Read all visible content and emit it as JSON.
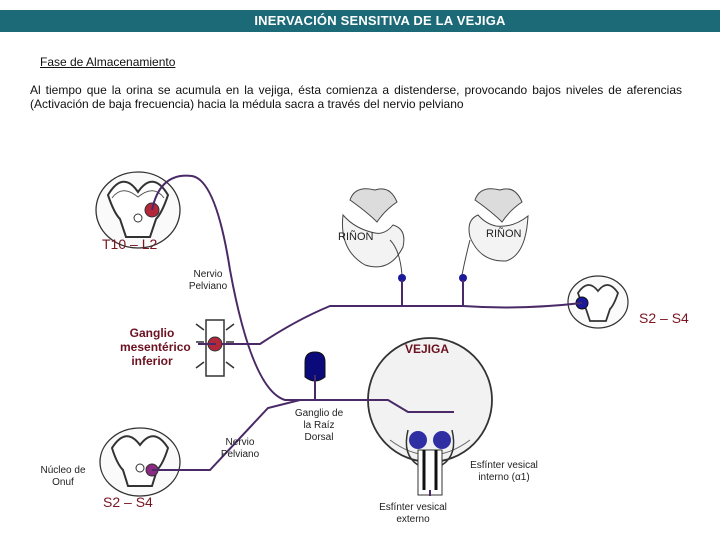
{
  "header": {
    "title": "INERVACIÓN SENSITIVA DE LA VEJIGA"
  },
  "phase_title": "Fase de Almacenamiento",
  "intro_text": "Al tiempo que la orina se acumula en la vejiga, ésta comienza a distenderse, provocando bajos niveles de aferencias (Activación de baja frecuencia) hacia la médula sacra a través del nervio  pelviano",
  "labels": {
    "t10_l2": "T10 – L2",
    "s2_s4_right": "S2 – S4",
    "s2_s4_left": "S2 – S4",
    "kidney_left": "RIÑON",
    "kidney_right": "RIÑON",
    "nerve_top": "Nervio Pelviano",
    "nerve_bottom": "Nervio Pelviano",
    "ganglion_mesenteric": "Ganglio mesentérico inferior",
    "bladder": "VEJIGA",
    "ganglion_root": "Ganglio de la Raíz Dorsal",
    "onuf": "Núcleo de Onuf",
    "internal_sphincter": "Esfínter vesical interno (α1)",
    "external_sphincter": "Esfínter vesical externo"
  },
  "colors": {
    "banner": "#1c6a78",
    "nerve_line": "#4a2a66",
    "red_nucleus": "#b2283a",
    "blue_neuron": "#1a1a9a",
    "label_dark_red": "#7a1522"
  }
}
